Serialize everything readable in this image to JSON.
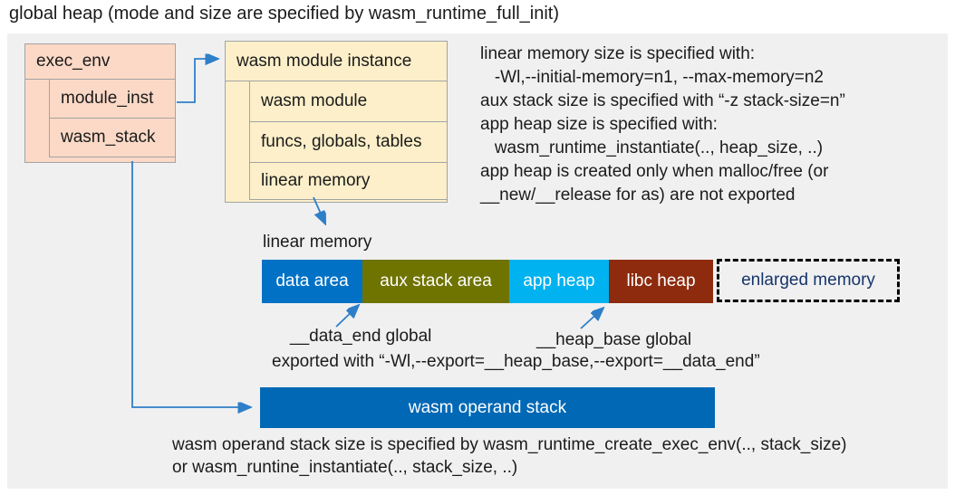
{
  "title": "global heap (mode and size are specified by wasm_runtime_full_init)",
  "exec_env_box": {
    "header": "exec_env",
    "rows": [
      "module_inst",
      "wasm_stack"
    ]
  },
  "module_instance_box": {
    "header": "wasm module instance",
    "rows": [
      "wasm module",
      "funcs, globals, tables",
      "linear memory"
    ]
  },
  "notes_right": "linear memory size is specified with:\n   -Wl,--initial-memory=n1, --max-memory=n2\naux stack size is specified with “-z stack-size=n”\napp heap size is specified with:\n   wasm_runtime_instantiate(.., heap_size, ..)\napp heap is created only when malloc/free (or\n__new/__release for as) are not exported",
  "linear_memory": {
    "label": "linear memory",
    "segments": [
      {
        "label": "data area",
        "color": "#0071C5",
        "width": 111
      },
      {
        "label": "aux stack area",
        "color": "#6F7300",
        "width": 162
      },
      {
        "label": "app heap",
        "color": "#00B2F0",
        "width": 110
      },
      {
        "label": "libc heap",
        "color": "#8E2B0E",
        "width": 115
      }
    ],
    "enlarged_label": "enlarged memory"
  },
  "annotations": {
    "data_end": "__data_end global",
    "heap_base": "__heap_base global",
    "exported": "exported with “-Wl,--export=__heap_base,--export=__data_end”"
  },
  "operand_stack": {
    "label": "wasm operand stack"
  },
  "notes_bottom": "wasm operand stack size is specified by wasm_runtime_create_exec_env(.., stack_size)\nor wasm_runtine_instantiate(.., stack_size, ..)",
  "colors": {
    "panel_bg": "#F0F0F1",
    "box_pink": "#FBD9C6",
    "box_yellow": "#FCEFC9",
    "box_border": "#A3A3A3",
    "arrow": "#2E7FC8",
    "operand_bar": "#0068B5",
    "enlarged_text": "#17356B",
    "text": "#1B1B1B"
  }
}
